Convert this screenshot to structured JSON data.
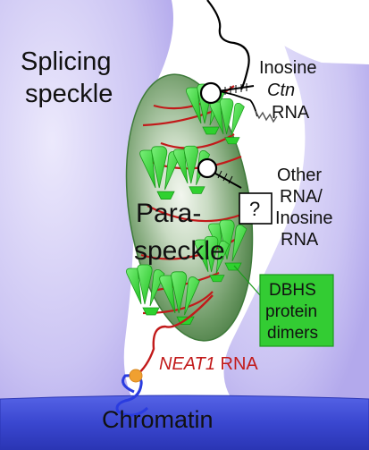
{
  "labels": {
    "splicing_line1": "Splicing",
    "splicing_line2": "speckle",
    "inosine_line1": "Inosine",
    "inosine_ctn": "Ctn",
    "inosine_line3": "RNA",
    "other_line1": "Other",
    "other_line2": "RNA/",
    "other_line3": "Inosine",
    "other_line4": "RNA",
    "question_mark": "?",
    "para_line1": "Para-",
    "para_line2": "speckle",
    "dbhs_line1": "DBHS",
    "dbhs_line2": "protein",
    "dbhs_line3": "dimers",
    "neat1_italic": "NEAT1",
    "neat1_rest": " RNA",
    "chromatin": "Chromatin"
  },
  "colors": {
    "speckle_fill": "#c9c2f2",
    "speckle_light": "#e9e6fb",
    "paraspeckle_outer": "#3e7a3a",
    "paraspeckle_inner": "#d8e5d2",
    "protein_green": "#2fd12f",
    "dbhs_box": "#33cc33",
    "neat1_red": "#c21a1a",
    "chromatin_blue": "#3340c8",
    "chromatin_light": "#5a66e0",
    "dna_loop": "#2a3ce0",
    "orange_dot": "#f0a030"
  }
}
